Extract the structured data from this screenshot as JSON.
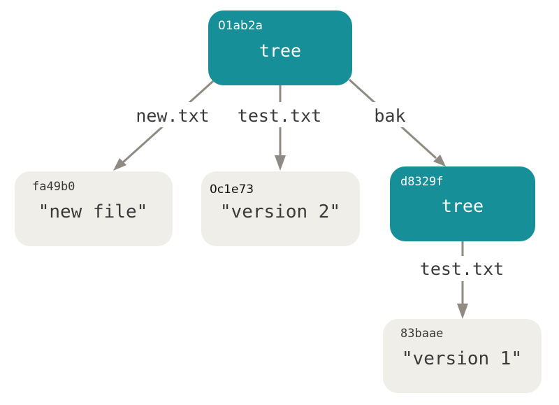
{
  "nodes": {
    "root_tree": {
      "hash": "01ab2a",
      "type": "tree",
      "color": "#168f99"
    },
    "blob_new": {
      "hash": "fa49b0",
      "content": "\"new file\"",
      "color": "#efeee8"
    },
    "blob_v2": {
      "hash": "0c1e73",
      "content": "\"version 2\"",
      "color": "#efeee8"
    },
    "bak_tree": {
      "hash": "d8329f",
      "type": "tree",
      "color": "#168f99"
    },
    "blob_v1": {
      "hash": "83baae",
      "content": "\"version 1\"",
      "color": "#efeee8"
    }
  },
  "edges": {
    "root_to_new": "new.txt",
    "root_to_v2": "test.txt",
    "root_to_bak": "bak",
    "bak_to_v1": "test.txt"
  },
  "arrow_color": "#8f8a82"
}
